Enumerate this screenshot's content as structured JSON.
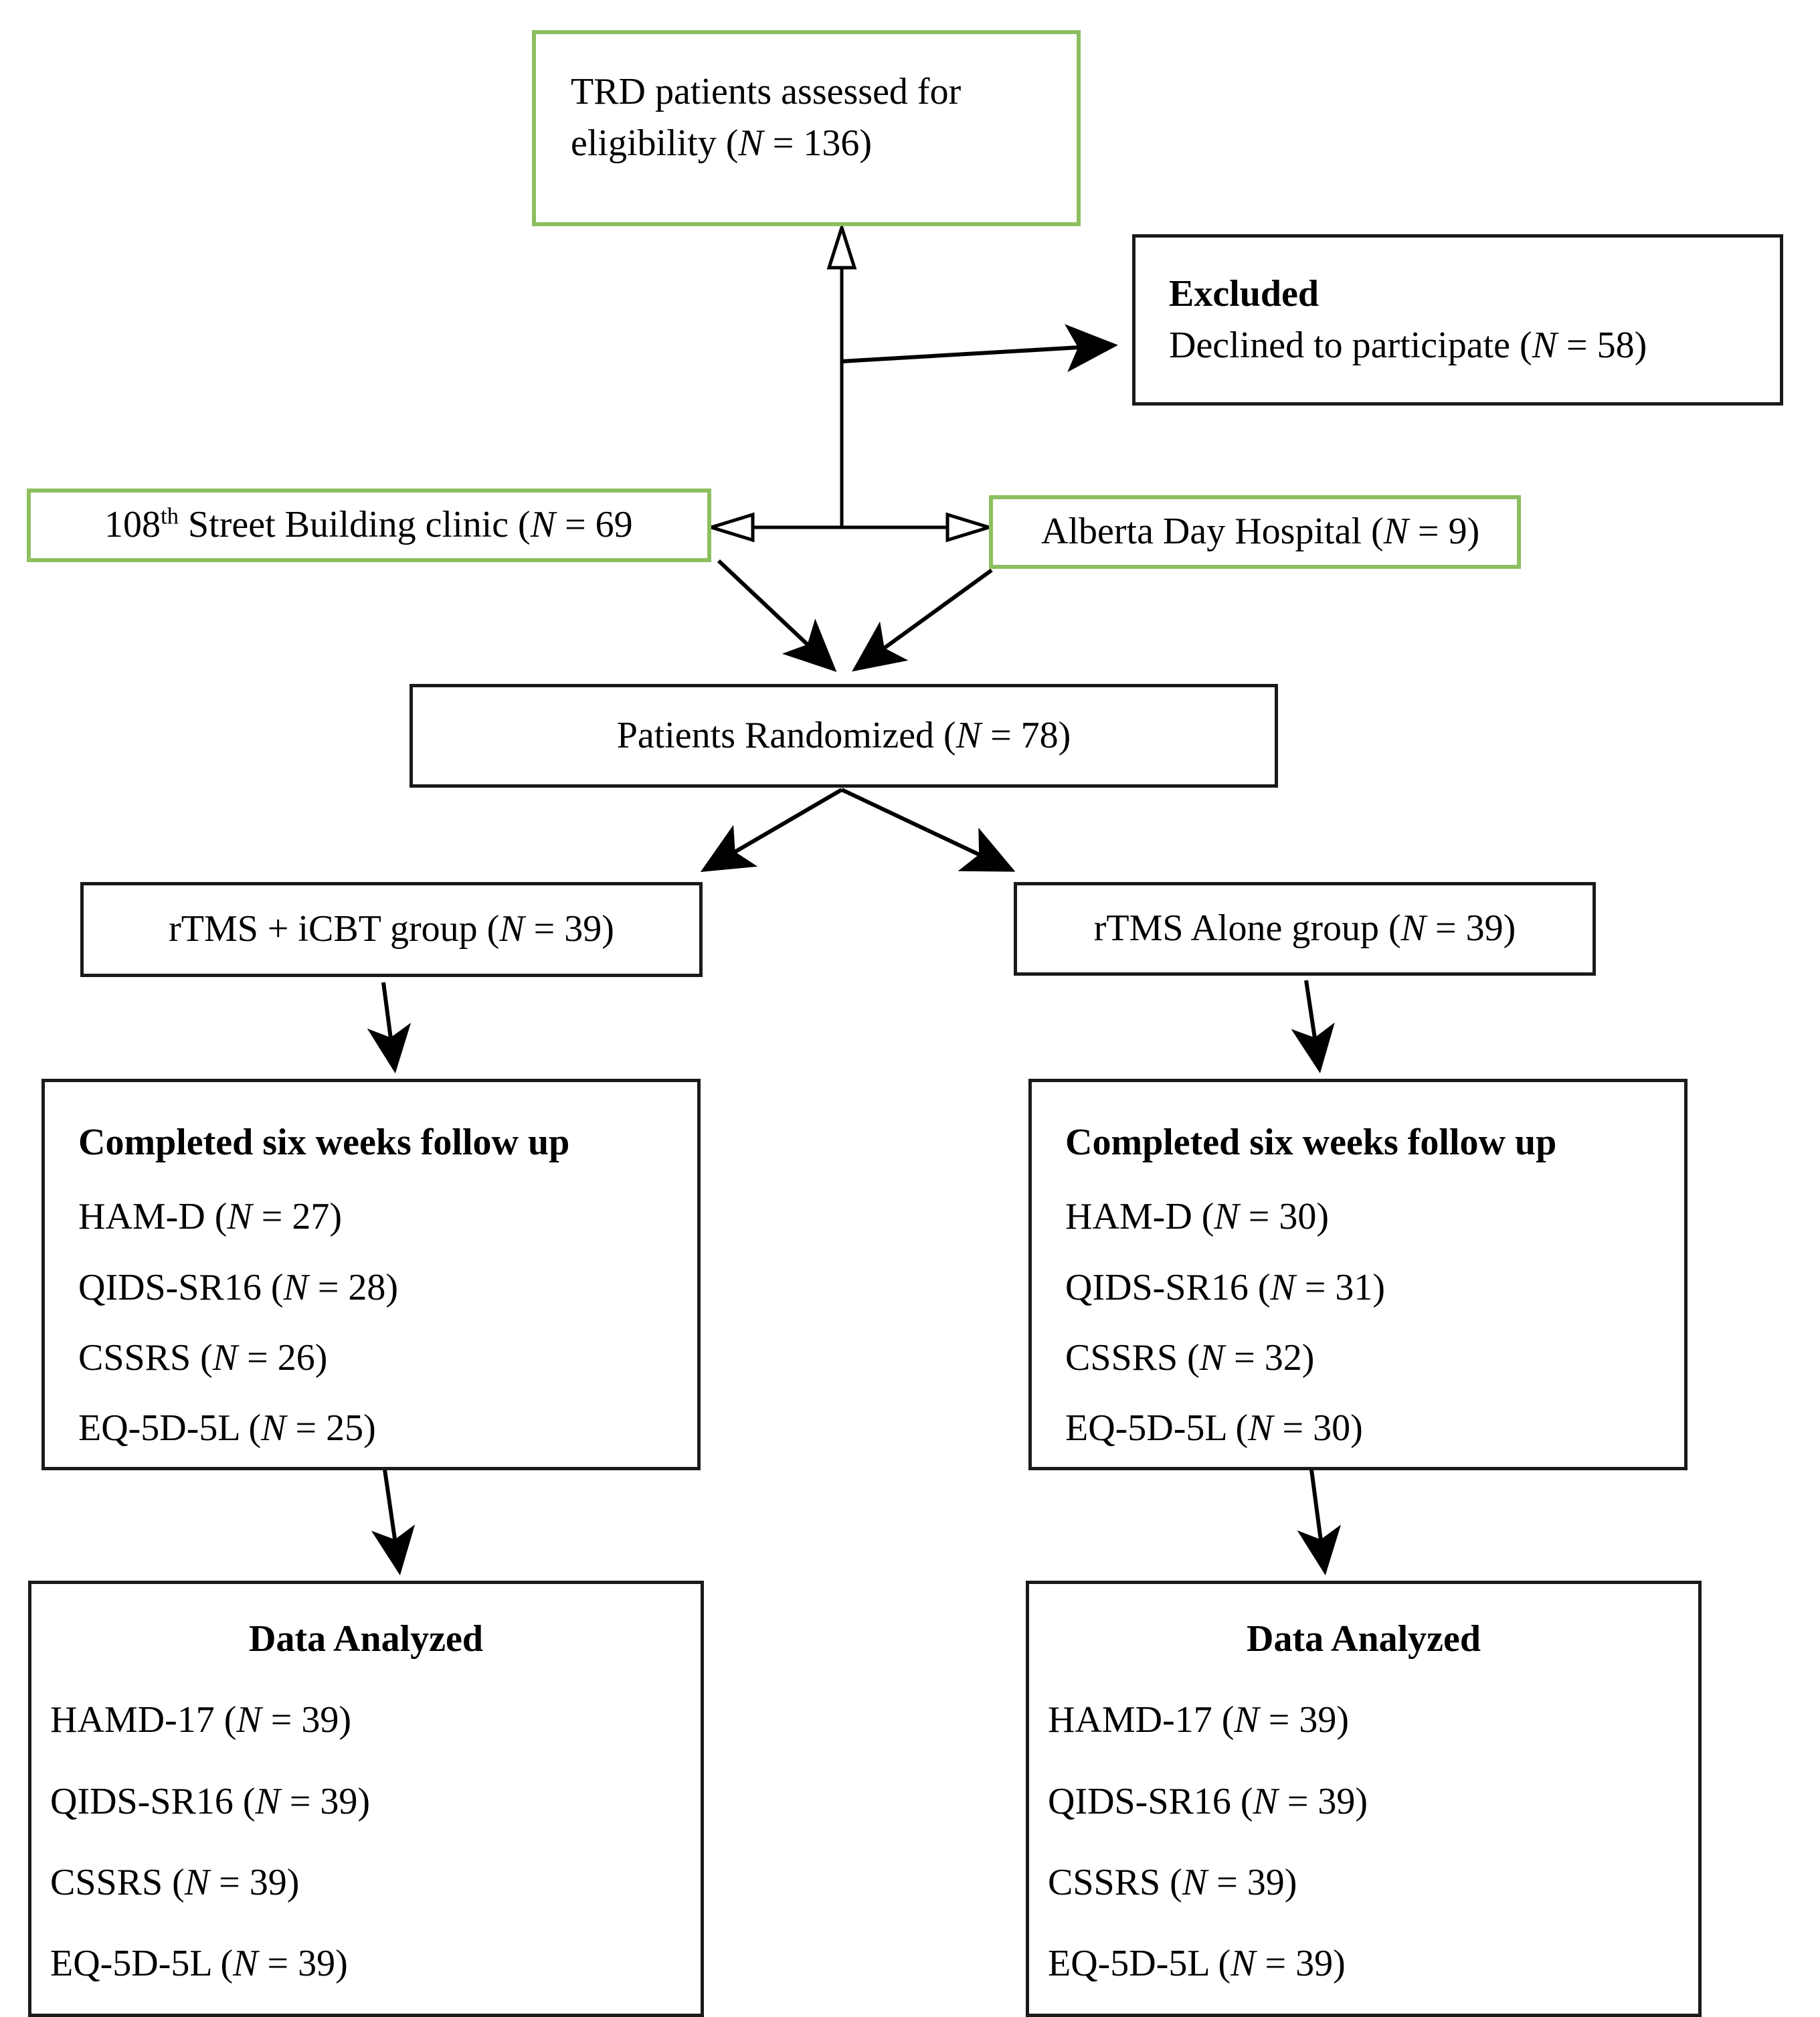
{
  "diagram": {
    "title": "CONSORT participant flow diagram",
    "colors": {
      "accent_green": "#8CBF60",
      "box_black": "#1a1a1a",
      "text": "#000000",
      "background": "#ffffff"
    }
  },
  "nodes": {
    "eligibility": {
      "border": "green",
      "lines": [
        "TRD patients assessed for",
        "eligibility (N = 136)"
      ],
      "line1": "TRD patients assessed for",
      "line2_pre": "eligibility (",
      "line2_var": "N",
      "line2_post": " = 136)"
    },
    "excluded": {
      "border": "black",
      "heading": "Excluded",
      "reason_pre": "Declined to participate (",
      "reason_var": "N",
      "reason_post": " = 58)"
    },
    "clinic_left": {
      "border": "green",
      "text_pre": "108",
      "text_ord": "th",
      "text_mid": " Street Building clinic (",
      "text_var": "N",
      "text_post": " = 69"
    },
    "clinic_right": {
      "border": "green",
      "text_pre": "Alberta Day Hospital (",
      "text_var": "N",
      "text_post": " = 9)"
    },
    "randomized": {
      "border": "black",
      "text_pre": "Patients Randomized (",
      "text_var": "N",
      "text_post": " = 78)"
    },
    "group_left": {
      "border": "black",
      "text_pre": "rTMS + iCBT group (",
      "text_var": "N",
      "text_post": " = 39)"
    },
    "group_right": {
      "border": "black",
      "text_pre": "rTMS Alone group (",
      "text_var": "N",
      "text_post": " = 39)"
    },
    "followup_left": {
      "border": "black",
      "heading": "Completed six weeks follow up",
      "measures": [
        {
          "label": "HAM-D (",
          "var": "N",
          "value": " = 27)"
        },
        {
          "label": "QIDS-SR16 (",
          "var": "N",
          "value": " = 28)"
        },
        {
          "label": "CSSRS (",
          "var": "N",
          "value": " = 26)"
        },
        {
          "label": "EQ-5D-5L (",
          "var": "N",
          "value": " = 25)"
        }
      ]
    },
    "followup_right": {
      "border": "black",
      "heading": "Completed six weeks follow up",
      "measures": [
        {
          "label": "HAM-D (",
          "var": "N",
          "value": " = 30)"
        },
        {
          "label": "QIDS-SR16 (",
          "var": "N",
          "value": " = 31)"
        },
        {
          "label": "CSSRS (",
          "var": "N",
          "value": " = 32)"
        },
        {
          "label": "EQ-5D-5L (",
          "var": "N",
          "value": " = 30)"
        }
      ]
    },
    "analyzed_left": {
      "border": "black",
      "heading": "Data Analyzed",
      "measures": [
        {
          "label": "HAMD-17 (",
          "var": "N",
          "value": " = 39)"
        },
        {
          "label": "QIDS-SR16 (",
          "var": "N",
          "value": " = 39)"
        },
        {
          "label": "CSSRS (",
          "var": "N",
          "value": " = 39)"
        },
        {
          "label": "EQ-5D-5L (",
          "var": "N",
          "value": " = 39)"
        }
      ]
    },
    "analyzed_right": {
      "border": "black",
      "heading": "Data Analyzed",
      "measures": [
        {
          "label": "HAMD-17 (",
          "var": "N",
          "value": " = 39)"
        },
        {
          "label": "QIDS-SR16 (",
          "var": "N",
          "value": " = 39)"
        },
        {
          "label": "CSSRS (",
          "var": "N",
          "value": " = 39)"
        },
        {
          "label": "EQ-5D-5L (",
          "var": "N",
          "value": " = 39)"
        }
      ]
    }
  },
  "flow_data": {
    "type": "flowchart",
    "assessed_for_eligibility": 136,
    "excluded_declined": 58,
    "recruited_clinic_108th_street": 69,
    "recruited_alberta_day_hospital": 9,
    "randomized_total": 78,
    "arm_rtms_icbt": 39,
    "arm_rtms_alone": 39,
    "followup_rtms_icbt": {
      "HAM-D": 27,
      "QIDS-SR16": 28,
      "CSSRS": 26,
      "EQ-5D-5L": 25
    },
    "followup_rtms_alone": {
      "HAM-D": 30,
      "QIDS-SR16": 31,
      "CSSRS": 32,
      "EQ-5D-5L": 30
    },
    "analyzed_rtms_icbt": {
      "HAMD-17": 39,
      "QIDS-SR16": 39,
      "CSSRS": 39,
      "EQ-5D-5L": 39
    },
    "analyzed_rtms_alone": {
      "HAMD-17": 39,
      "QIDS-SR16": 39,
      "CSSRS": 39,
      "EQ-5D-5L": 39
    }
  }
}
